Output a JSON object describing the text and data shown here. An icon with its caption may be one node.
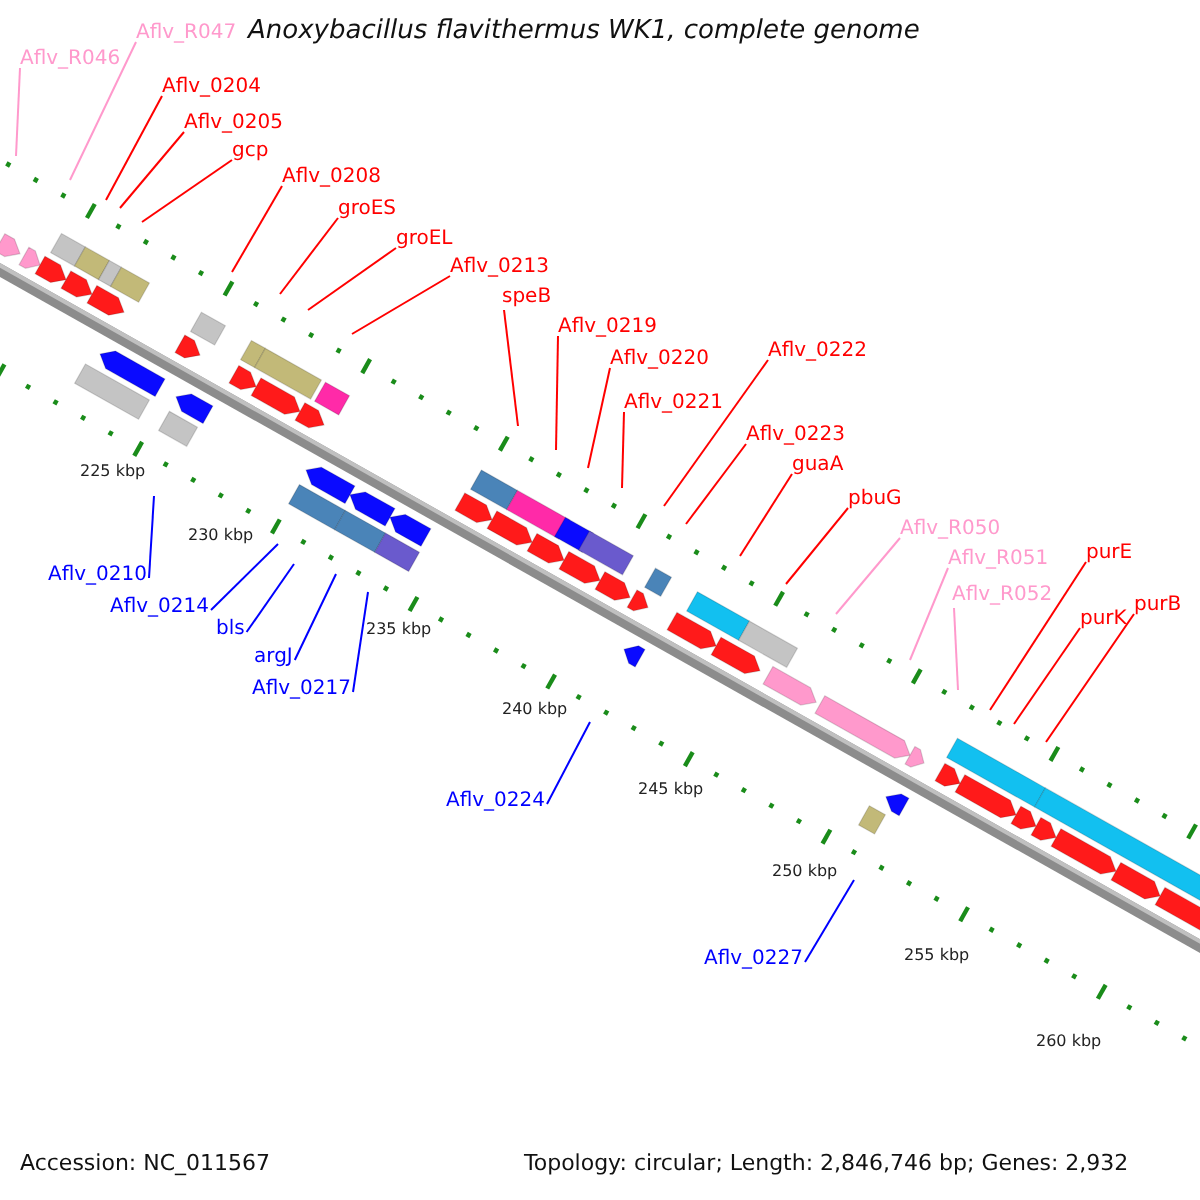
{
  "diagram": {
    "title": "Anoxybacillus flavithermus WK1, complete genome",
    "nodes": [
      {
        "text": [
          "Aflv_R047"
        ]
      },
      {
        "text": [
          "Aflv_R046"
        ]
      },
      {
        "text": [
          "Aflv_0204"
        ]
      },
      {
        "text": [
          "Aflv_0205"
        ]
      },
      {
        "text": [
          "gcp"
        ]
      },
      {
        "text": [
          "Aflv_0208"
        ]
      },
      {
        "text": [
          "groES"
        ]
      },
      {
        "text": [
          "groEL"
        ]
      },
      {
        "text": [
          "Aflv_0213"
        ]
      },
      {
        "text": [
          "speB"
        ]
      },
      {
        "text": [
          "Aflv_0219"
        ]
      },
      {
        "text": [
          "Aflv_0220"
        ]
      },
      {
        "text": [
          "Aflv_0222"
        ]
      },
      {
        "text": [
          "Aflv_0221"
        ]
      },
      {
        "text": [
          "Aflv_0223"
        ]
      },
      {
        "text": [
          "guaA"
        ]
      },
      {
        "text": [
          "pbuG"
        ]
      },
      {
        "text": [
          "Aflv_R050"
        ]
      },
      {
        "text": [
          "purE"
        ]
      },
      {
        "text": [
          "Aflv_R051"
        ]
      },
      {
        "text": [
          "purB"
        ]
      },
      {
        "text": [
          "Aflv_R052"
        ]
      },
      {
        "text": [
          "purK"
        ]
      },
      {
        "text": [
          "Aflv_0210"
        ]
      },
      {
        "text": [
          "Aflv_0214"
        ]
      },
      {
        "text": [
          "bls"
        ]
      },
      {
        "text": [
          "argJ"
        ]
      },
      {
        "text": [
          "Aflv_0217"
        ]
      },
      {
        "text": [
          "Aflv_0224"
        ]
      },
      {
        "text": [
          "Aflv_0227"
        ]
      }
    ],
    "edges": [
      {
        "from": 0,
        "to": null,
        "arrow": "none",
        "color": "#ff99cc"
      },
      {
        "from": 1,
        "to": null,
        "arrow": "none",
        "color": "#ff99cc"
      },
      {
        "from": 2,
        "to": null,
        "arrow": "none"
      },
      {
        "from": 3,
        "to": null,
        "arrow": "none"
      },
      {
        "from": 4,
        "to": null,
        "arrow": "none"
      },
      {
        "from": 5,
        "to": null,
        "arrow": "none"
      },
      {
        "from": 6,
        "to": null,
        "arrow": "none"
      },
      {
        "from": 7,
        "to": null,
        "arrow": "none"
      },
      {
        "from": 8,
        "to": null,
        "arrow": "none"
      },
      {
        "from": 9,
        "to": null,
        "arrow": "none"
      },
      {
        "from": 10,
        "to": null,
        "arrow": "none"
      },
      {
        "from": 11,
        "to": null,
        "arrow": "none"
      },
      {
        "from": 12,
        "to": null,
        "arrow": "none"
      },
      {
        "from": 13,
        "to": null,
        "arrow": "none"
      },
      {
        "from": 14,
        "to": null,
        "arrow": "none"
      },
      {
        "from": 15,
        "to": null,
        "arrow": "none"
      },
      {
        "from": 16,
        "to": null,
        "arrow": "none"
      },
      {
        "from": 17,
        "to": null,
        "arrow": "none",
        "color": "#ff99cc"
      },
      {
        "from": 18,
        "to": null,
        "arrow": "none"
      },
      {
        "from": 19,
        "to": null,
        "arrow": "none",
        "color": "#ff99cc"
      },
      {
        "from": 20,
        "to": null,
        "arrow": "none"
      },
      {
        "from": 21,
        "to": null,
        "arrow": "none",
        "color": "#ff99cc"
      },
      {
        "from": 22,
        "to": null,
        "arrow": "none"
      },
      {
        "from": 23,
        "to": null,
        "arrow": "none",
        "color": "#0000ff"
      },
      {
        "from": 24,
        "to": null,
        "arrow": "none",
        "color": "#0000ff"
      },
      {
        "from": 25,
        "to": null,
        "arrow": "none",
        "color": "#0000ff"
      },
      {
        "from": 26,
        "to": null,
        "arrow": "none",
        "color": "#0000ff"
      },
      {
        "from": 27,
        "to": null,
        "arrow": "none",
        "color": "#0000ff"
      },
      {
        "from": 28,
        "to": null,
        "arrow": "none",
        "color": "#0000ff"
      },
      {
        "from": 29,
        "to": null,
        "arrow": "none",
        "color": "#0000ff"
      }
    ],
    "labels": [
      "225 kbp",
      "230 kbp",
      "235 kbp",
      "240 kbp",
      "245 kbp",
      "250 kbp",
      "255 kbp",
      "260 kbp",
      "Accession: NC_011567",
      "Topology: circular; Length: 2,846,746 bp; Genes: 2,932"
    ]
  }
}
